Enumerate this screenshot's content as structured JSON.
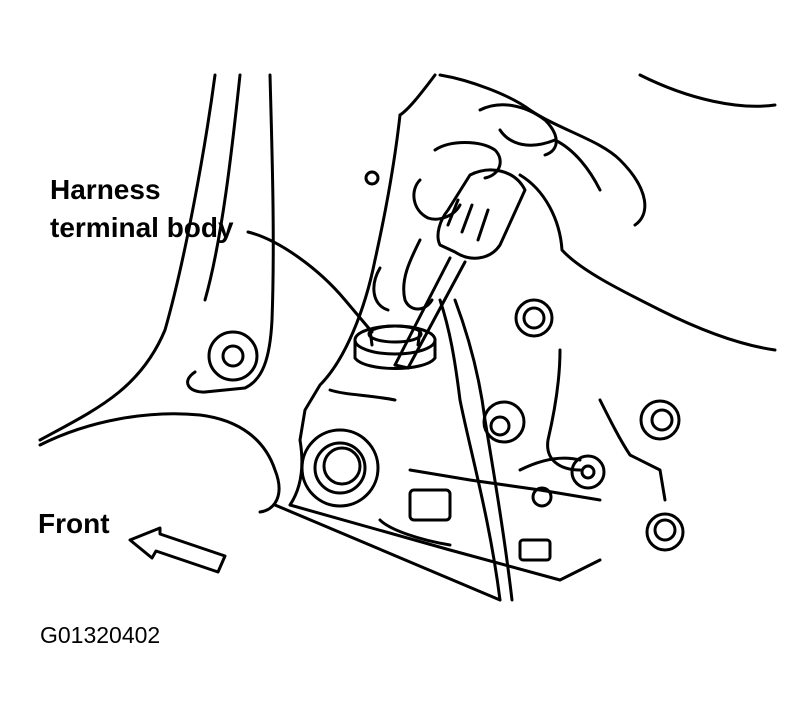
{
  "labels": {
    "callout_line1": "Harness",
    "callout_line2": "terminal body",
    "direction": "Front",
    "figure_id": "G01320402"
  },
  "colors": {
    "ink": "#000000",
    "paper": "#ffffff"
  }
}
